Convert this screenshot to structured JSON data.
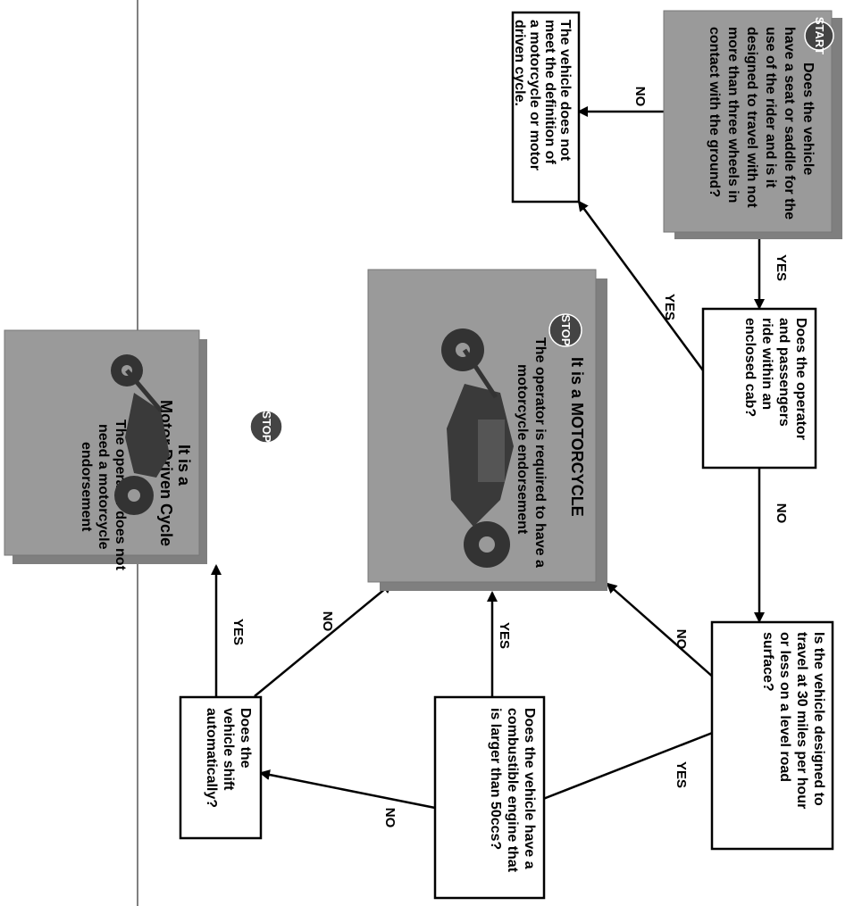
{
  "start_node": {
    "badge": "START",
    "lines": [
      "Does the vehicle",
      "have a seat or saddle for the",
      "use of the rider and is it",
      "designed to travel with not",
      "more than three wheels in",
      "contact with the ground?"
    ]
  },
  "not_vehicle": {
    "lines": [
      "The vehicle does not",
      "meet the definition of",
      "a motorcycle or motor",
      "driven cycle."
    ]
  },
  "enclosed_cab": {
    "lines": [
      "Does the operator",
      "and passengers",
      "ride within an",
      "enclosed cab?"
    ]
  },
  "speed_30": {
    "lines": [
      "Is the vehicle designed to",
      "travel at 30 miles per hour",
      "or less on a level road",
      "surface?"
    ]
  },
  "engine_50cc": {
    "lines": [
      "Does the vehicle have a",
      "combustible engine that",
      "is larger than 50ccs?"
    ]
  },
  "shift_auto": {
    "lines": [
      "Does the",
      "vehicle shift",
      "automatically?"
    ]
  },
  "motorcycle_result": {
    "badge": "STOP",
    "title": "It is a MOTORCYCLE",
    "lines": [
      "The operator is required to have a",
      "motorcycle endorsement"
    ]
  },
  "mdc_result": {
    "badge": "STOP",
    "title_lines": [
      "It is a",
      "Motor Driven Cycle"
    ],
    "lines": [
      "The operator does not",
      "need a motorcycle",
      "endorsement"
    ]
  },
  "edges": {
    "start_no": "NO",
    "start_yes": "YES",
    "cab_yes": "YES",
    "cab_no": "NO",
    "speed_no": "NO",
    "speed_yes": "YES",
    "engine_yes": "YES",
    "engine_no": "NO",
    "shift_no": "NO",
    "shift_yes": "YES"
  }
}
